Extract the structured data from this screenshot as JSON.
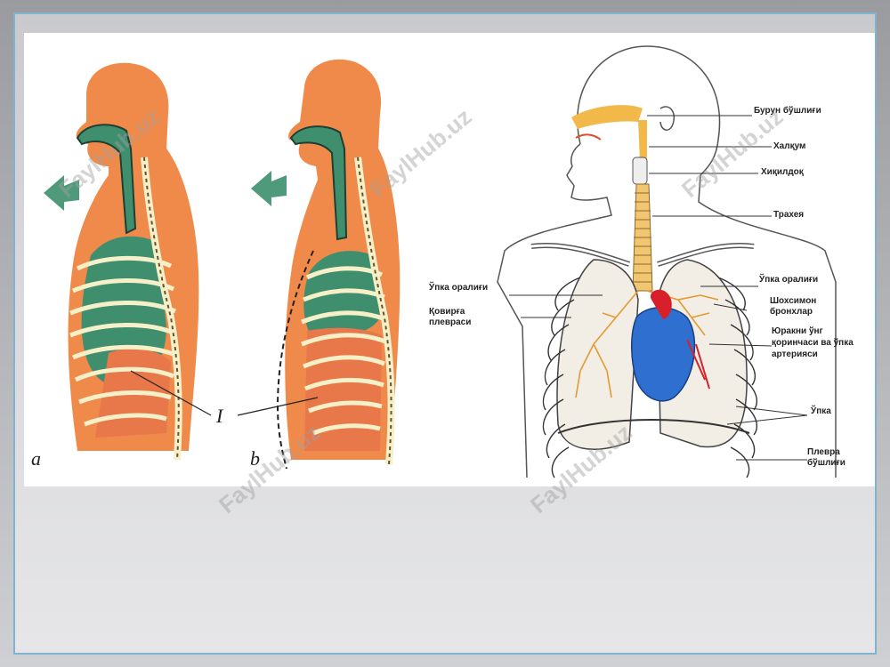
{
  "figure": {
    "left": {
      "letter_a": "a",
      "letter_b": "b",
      "label_1": "I"
    },
    "right": {
      "labels": [
        "Бурун бўшлиғи",
        "Халқум",
        "Хиқилдоқ",
        "Трахея",
        "Ўпка оралиғи",
        "Шохсимон",
        "бронхлар",
        "Юракни ўнг",
        "қоринчаси ва ўпка",
        "артерияси",
        "Ўпка",
        "Плевра",
        "бўшлиғи"
      ],
      "left_labels": [
        "Ўпка оралиғи",
        "Қовирға",
        "плевраси"
      ]
    }
  },
  "watermark": "FaylHub.uz",
  "colors": {
    "body_orange": "#f08a4a",
    "lung_green": "#3f8f6f",
    "heart_blue": "#2f6fd0",
    "heart_red": "#d8202a",
    "nasal_yellow": "#f2b84a"
  }
}
